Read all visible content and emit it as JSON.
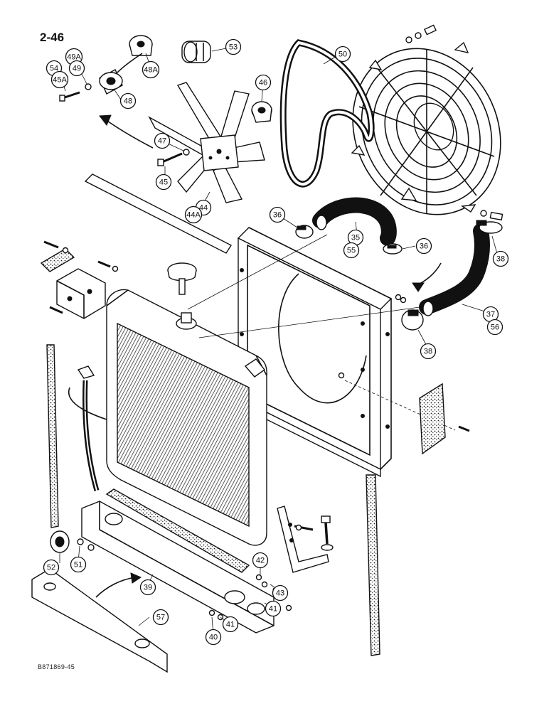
{
  "page": {
    "page_ref": "2-46",
    "drawing_number": "B871869-45"
  },
  "callouts": [
    {
      "label": "54"
    },
    {
      "label": "45A"
    },
    {
      "label": "49A"
    },
    {
      "label": "49"
    },
    {
      "label": "48"
    },
    {
      "label": "48A"
    },
    {
      "label": "53"
    },
    {
      "label": "46"
    },
    {
      "label": "47"
    },
    {
      "label": "45"
    },
    {
      "label": "44"
    },
    {
      "label": "44A"
    },
    {
      "label": "50"
    },
    {
      "label": "36"
    },
    {
      "label": "35"
    },
    {
      "label": "55"
    },
    {
      "label": "36"
    },
    {
      "label": "38"
    },
    {
      "label": "37"
    },
    {
      "label": "56"
    },
    {
      "label": "38"
    },
    {
      "label": "52"
    },
    {
      "label": "51"
    },
    {
      "label": "42"
    },
    {
      "label": "43"
    },
    {
      "label": "41"
    },
    {
      "label": "39"
    },
    {
      "label": "40"
    },
    {
      "label": "41"
    },
    {
      "label": "57"
    }
  ]
}
